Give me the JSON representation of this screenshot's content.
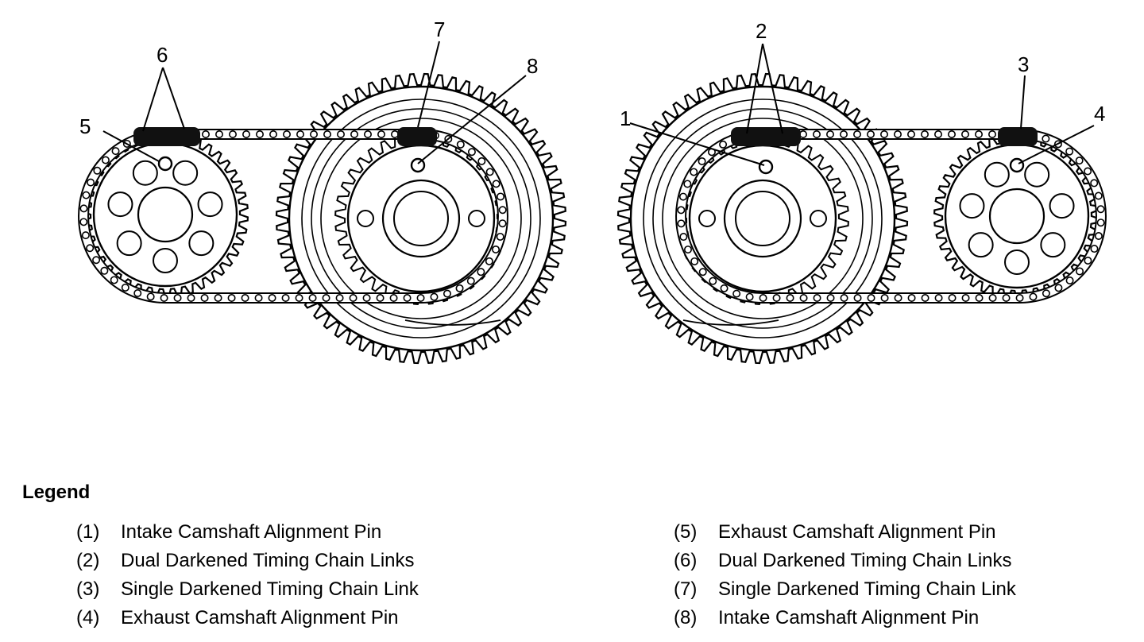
{
  "callouts": {
    "c1": "1",
    "c2": "2",
    "c3": "3",
    "c4": "4",
    "c5": "5",
    "c6": "6",
    "c7": "7",
    "c8": "8"
  },
  "legend": {
    "title": "Legend",
    "left": [
      {
        "num": "(1)",
        "text": "Intake Camshaft Alignment Pin"
      },
      {
        "num": "(2)",
        "text": "Dual Darkened Timing Chain Links"
      },
      {
        "num": "(3)",
        "text": "Single Darkened Timing Chain Link"
      },
      {
        "num": "(4)",
        "text": "Exhaust Camshaft Alignment Pin"
      }
    ],
    "right": [
      {
        "num": "(5)",
        "text": "Exhaust Camshaft Alignment Pin"
      },
      {
        "num": "(6)",
        "text": "Dual Darkened Timing Chain Links"
      },
      {
        "num": "(7)",
        "text": "Single Darkened Timing Chain Link"
      },
      {
        "num": "(8)",
        "text": "Intake Camshaft Alignment Pin"
      }
    ]
  }
}
